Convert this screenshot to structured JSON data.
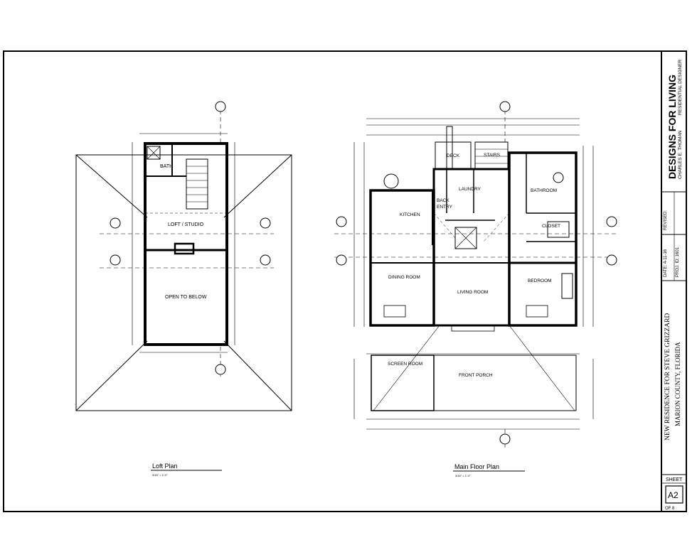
{
  "title_block": {
    "firm_name": "DESIGNS FOR LIVING",
    "designer": "CHARLES E. THOMAN",
    "designer_role": "RESIDENTIAL DESIGNER",
    "project": "NEW RESIDENCE FOR STEVE GRIZZARD",
    "location": "MARION COUNTY, FLORIDA",
    "date": "DATE: 4-11-16",
    "revised": "REVISED:",
    "project_no": "PROJ. ID: 1601",
    "sheet_label": "SHEET",
    "sheet_no": "A2",
    "sheet_of": "OF 8"
  },
  "loft_plan": {
    "caption": "Loft Plan",
    "scale": "3/16\" = 1'-0\"",
    "rooms": {
      "bath": "BATH",
      "loft_studio": "LOFT / STUDIO",
      "open_below": "OPEN TO BELOW"
    }
  },
  "main_floor_plan": {
    "caption": "Main Floor Plan",
    "scale": "3/16\" = 1'-0\"",
    "rooms": {
      "deck": "DECK",
      "stairs": "STAIRS",
      "kitchen": "KITCHEN",
      "back_entry_1": "BACK",
      "back_entry_2": "ENTRY",
      "laundry": "LAUNDRY",
      "bathroom": "BATHROOM",
      "closet": "CLOSET",
      "dining_room": "DINING ROOM",
      "living_room": "LIVING ROOM",
      "bedroom": "BEDROOM",
      "screen_room": "SCREEN ROOM",
      "front_porch": "FRONT PORCH"
    }
  }
}
